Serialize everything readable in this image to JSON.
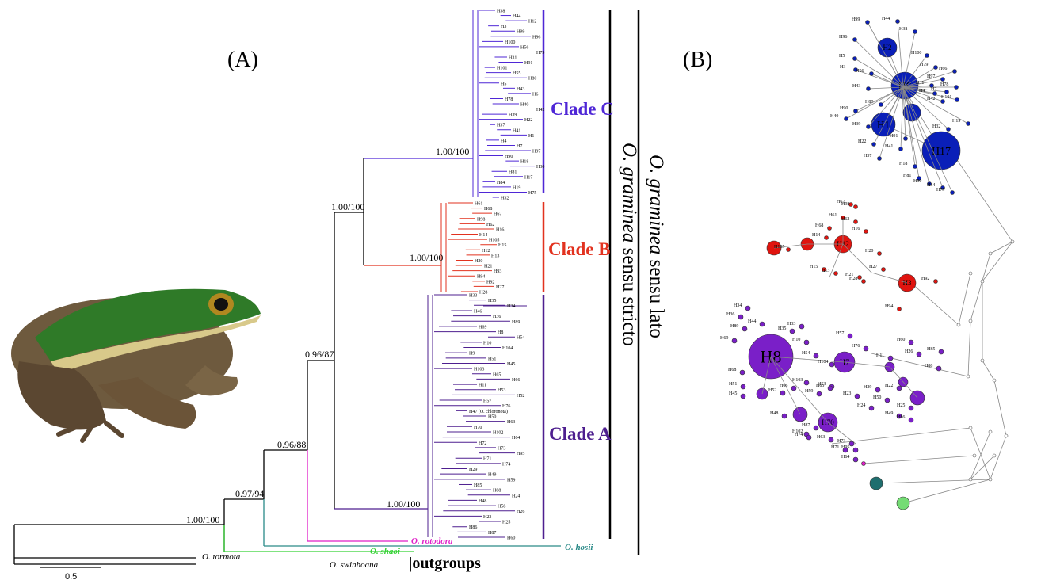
{
  "panels": {
    "a": "(A)",
    "b": "(B)"
  },
  "colors": {
    "cladeC": "#4f27d6",
    "cladeB": "#e2321f",
    "cladeA": "#4e1f8f",
    "roloensis": "#e01fc8",
    "shaoi": "#35d235",
    "hosii": "#2a8a88",
    "hapBlue": "#0a1fb8",
    "hapRed": "#e0140f",
    "hapPurple": "#7a1fc8",
    "hapTeal": "#1f6e6e",
    "hapGreen": "#74dc74"
  },
  "clade_labels": {
    "c": "Clade C",
    "b": "Clade B",
    "a": "Clade A"
  },
  "group_labels": {
    "sensu_stricto_italic": "O. graminea",
    "sensu_stricto_rest": " sensu stricto",
    "sensu_lato_italic": "O. graminea",
    "sensu_lato_rest": " sensu lato"
  },
  "support": {
    "root_inner": "1.00/100",
    "n094": "0.97/94",
    "n088": "0.96/88",
    "n087": "0.96/87",
    "ncb": "1.00/100",
    "nc": "1.00/100",
    "nb": "1.00/100",
    "na": "1.00/100"
  },
  "outgroups": {
    "tormota": "O. tormota",
    "swinhoana": "O. swinhoana",
    "shaoi": "O. shaoi",
    "hosii": "O. hosii",
    "roloensis": "O. rotodora",
    "label": "outgroups"
  },
  "chlorotip": "H47 (O. chloronota)",
  "scale_label": "0.5",
  "tips_c": [
    "H38",
    "H44",
    "H12",
    "H3",
    "H99",
    "H96",
    "H100",
    "H56",
    "H79",
    "H31",
    "H91",
    "H101",
    "H55",
    "H80",
    "H5",
    "H43",
    "H6",
    "H78",
    "H40",
    "H42",
    "H39",
    "H22",
    "H37",
    "H41",
    "H1",
    "H4",
    "H7",
    "H97",
    "H90",
    "H18",
    "H30",
    "H81",
    "H17",
    "H84",
    "H19",
    "H75",
    "H32"
  ],
  "tips_b": [
    "H61",
    "H68",
    "H67",
    "H98",
    "H62",
    "H16",
    "H14",
    "H105",
    "H15",
    "H12",
    "H13",
    "H20",
    "H21",
    "H93",
    "H94",
    "H92",
    "H27",
    "H28"
  ],
  "tips_a": [
    "H33",
    "H35",
    "H34",
    "H46",
    "H36",
    "H89",
    "H69",
    "H8",
    "H54",
    "H10",
    "H104",
    "H9",
    "H51",
    "H45",
    "H103",
    "H65",
    "H66",
    "H11",
    "H53",
    "H52",
    "H57",
    "H76",
    "H47 (O. chloronota)",
    "H50",
    "H63",
    "H70",
    "H102",
    "H64",
    "H72",
    "H73",
    "H95",
    "H71",
    "H74",
    "H29",
    "H49",
    "H59",
    "H85",
    "H88",
    "H24",
    "H48",
    "H58",
    "H26",
    "H23",
    "H25",
    "H86",
    "H87",
    "H60"
  ],
  "network": {
    "big_labels": [
      "H6",
      "H17",
      "H1",
      "H8",
      "H2",
      "H7",
      "H70",
      "H12",
      "H3"
    ],
    "small_labels_blue": [
      "H99",
      "H44",
      "H38",
      "H96",
      "H100",
      "H5",
      "H3",
      "H56",
      "H43",
      "H80",
      "H79",
      "H66",
      "H97",
      "H78",
      "H7",
      "H101",
      "H42",
      "H4",
      "H31",
      "H90",
      "H40",
      "H39",
      "H91",
      "H22",
      "H41",
      "H37",
      "H18",
      "H81",
      "H30",
      "H84",
      "H75",
      "H19",
      "H32"
    ],
    "small_labels_red": [
      "H67",
      "H98",
      "H61",
      "H62",
      "H68",
      "H16",
      "H14",
      "H105",
      "H20",
      "H15",
      "H13",
      "H21",
      "H27",
      "H28",
      "H92",
      "H94"
    ],
    "small_labels_purple": [
      "H34",
      "H36",
      "H89",
      "H44",
      "H33",
      "H35",
      "H69",
      "H10",
      "H54",
      "H104",
      "H57",
      "H76",
      "H60",
      "H26",
      "H85",
      "H88",
      "H68",
      "H51",
      "H45",
      "H103",
      "H66",
      "H52",
      "H53",
      "H11",
      "H65",
      "H59",
      "H24",
      "H29",
      "H50",
      "H49",
      "H22",
      "H23",
      "H48",
      "H86",
      "H25",
      "H87",
      "H102",
      "H74",
      "H64",
      "H63",
      "H71",
      "H73",
      "H95"
    ]
  }
}
